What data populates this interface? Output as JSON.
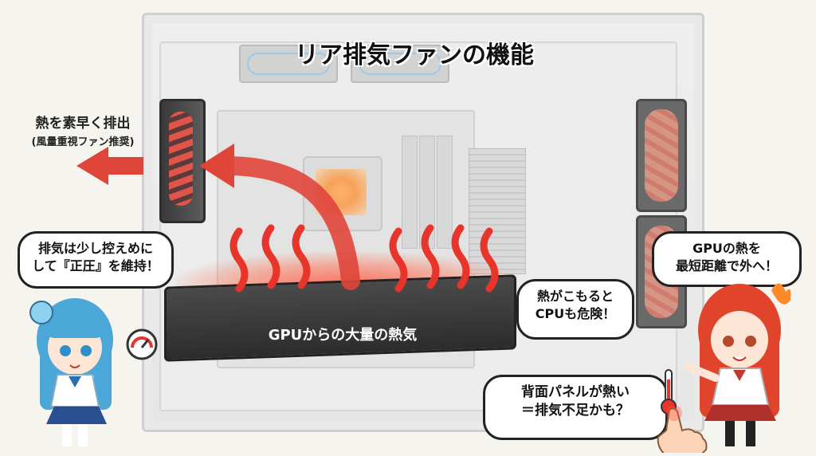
{
  "title": "リア排気ファンの機能",
  "exhaust": {
    "label": "熱を素早く排出",
    "sublabel": "(風量重視ファン推奨)"
  },
  "gpu_label": "GPUからの大量の熱気",
  "bubbles": {
    "left": [
      "排気は少し控えめに",
      "して『正圧』を維持！"
    ],
    "right_top": [
      "GPUの熱を",
      "最短距離で外へ！"
    ],
    "mid": [
      "熱がこもると",
      "CPUも危険！"
    ],
    "bottom": [
      "背面パネルが熱い",
      "＝排気不足かも？"
    ]
  },
  "colors": {
    "heat_red": "#e8352b",
    "arrow_red": "#e0453a",
    "case_gray": "#e6e6e6",
    "left_character_hair": "#4aa7d8",
    "right_character_hair": "#e0452c"
  },
  "icons": {
    "exhaust_arrow": "left-arrow",
    "airflow_arrow": "curved-arrow",
    "heat_waves": "wavy-lines",
    "thermometer": "thermometer",
    "gauge": "speed-gauge",
    "pointing_hand": "hand"
  }
}
